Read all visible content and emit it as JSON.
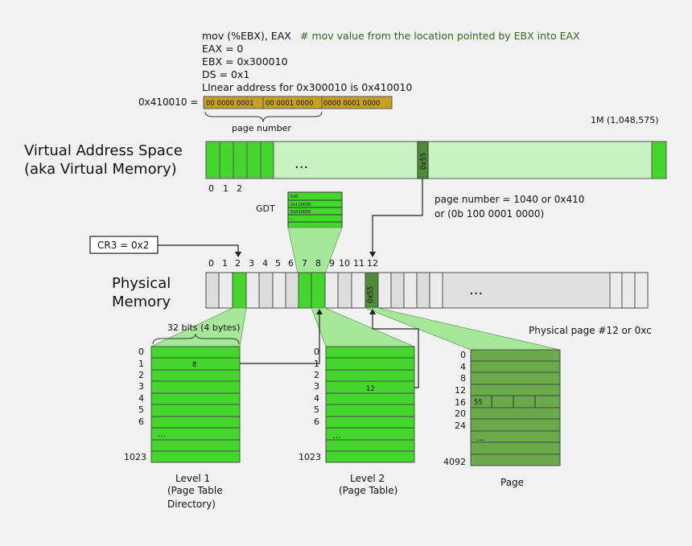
{
  "code": {
    "instr": "mov (%EBX), EAX",
    "comment": "# mov value from the  location pointed by EBX into EAX",
    "lines": [
      "EAX = 0",
      "EBX = 0x300010",
      "DS = 0x1",
      "LInear address for 0x300010 is 0x410010"
    ]
  },
  "linear": {
    "label": "0x410010 =",
    "seg1": "00 0000 0001",
    "seg2": "00 0001 0000",
    "seg3": "0000 0001 0000",
    "brace_label": "page number"
  },
  "virtual": {
    "title_line1": "Virtual Address Space",
    "title_line2": "(aka Virtual Memory)",
    "size_label": "1M (1,048,575)",
    "ellipsis": "...",
    "highlight_cell": "0x55",
    "index_labels": [
      "0",
      "1",
      "2"
    ],
    "page_number_line1": "page number = 1040 or 0x410",
    "page_number_line2": "or (0b 100 0001 0000)"
  },
  "gdt": {
    "label": "GDT",
    "rows": [
      "0x0",
      "0x110000",
      "0x510000",
      "..."
    ]
  },
  "cr3": {
    "label": "CR3 = 0x2"
  },
  "physical": {
    "title_line1": "Physical",
    "title_line2": "Memory",
    "index_labels": [
      "0",
      "1",
      "2",
      "3",
      "4",
      "5",
      "6",
      "7",
      "8",
      "9",
      "10",
      "11",
      "12"
    ],
    "highlight_cell": "0x55",
    "ellipsis": "...",
    "page_note": "Physical page #12 or 0xc"
  },
  "level1": {
    "width_label": "32 bits (4 bytes)",
    "row_labels": [
      "0",
      "1",
      "2",
      "3",
      "4",
      "5",
      "6",
      "1023"
    ],
    "entry_value": "8",
    "ellipsis": "...",
    "caption": [
      "Level 1",
      "(Page Table",
      "Directory)"
    ]
  },
  "level2": {
    "row_labels": [
      "0",
      "1",
      "2",
      "3",
      "4",
      "5",
      "6",
      "1023"
    ],
    "entry_value": "12",
    "ellipsis": "...",
    "caption": [
      "Level 2",
      "(Page Table)"
    ]
  },
  "page": {
    "row_labels": [
      "0",
      "4",
      "8",
      "12",
      "16",
      "20",
      "24",
      "4092"
    ],
    "value": "55",
    "ellipsis": "...",
    "caption": "Page"
  },
  "colors": {
    "bright_green": "#44d62c",
    "light_green": "#c8f2c2",
    "mid_green": "#a6e89a",
    "page_green": "#6aaa4a",
    "dark_green": "#4f8a3a",
    "gold": "#c8a020",
    "gray_cell": "#dcdcdc",
    "white_cell": "#ececec"
  }
}
